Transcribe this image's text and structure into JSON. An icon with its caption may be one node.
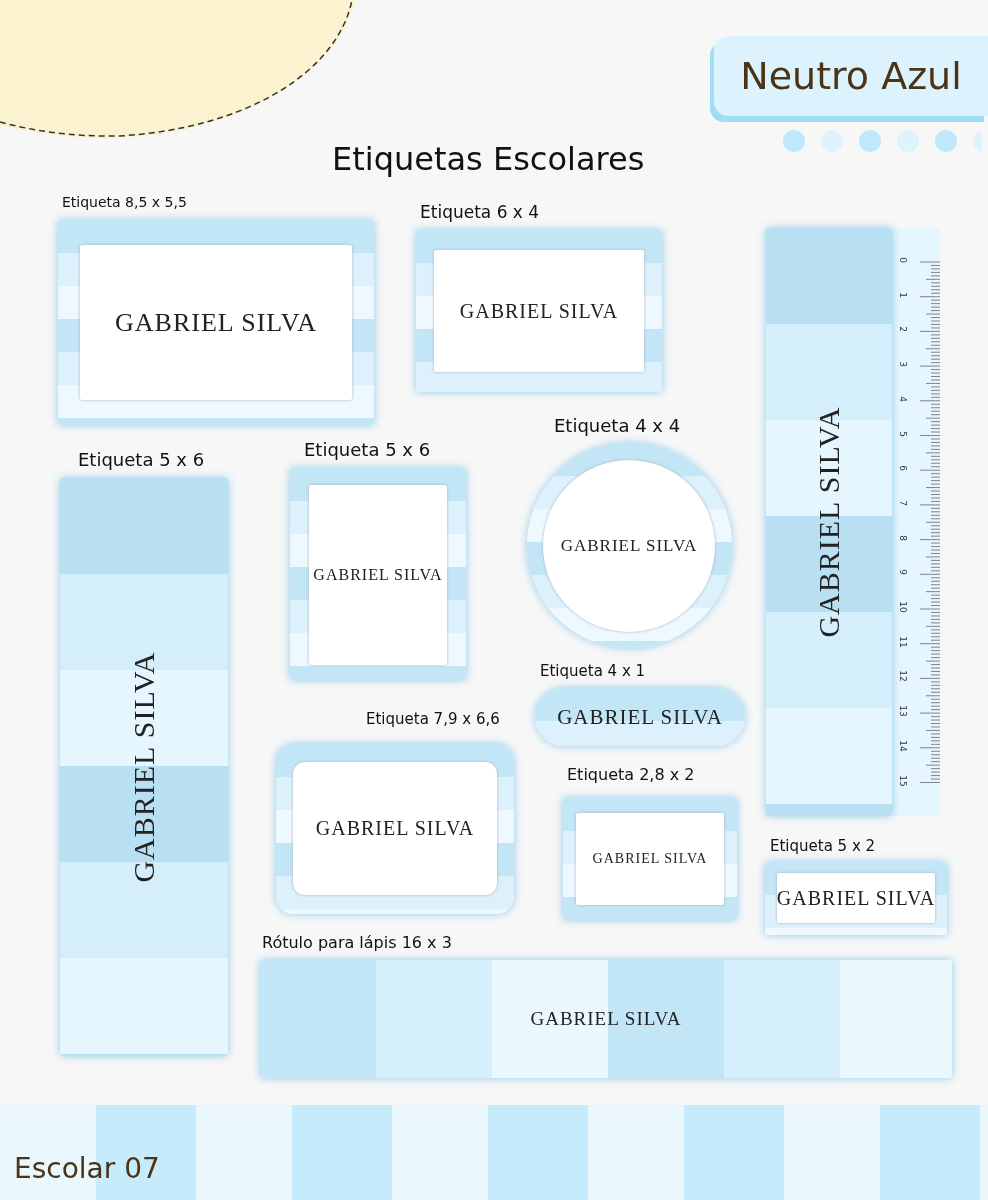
{
  "diagram": {
    "title": "Etiquetas Escolares",
    "nodes": [
      {
        "text": [
          "Etiqueta 8,5 x 5,5",
          "GABRIEL SILVA"
        ]
      },
      {
        "text": [
          "Etiqueta 6 x 4",
          "GABRIEL SILVA"
        ]
      },
      {
        "text": [
          "GABRIEL SILVA"
        ]
      },
      {
        "text": [
          "Etiqueta 5 x 6",
          "GABRIEL SILVA"
        ]
      },
      {
        "text": [
          "Etiqueta 5 x 6",
          "GABRIEL SILVA"
        ]
      },
      {
        "text": [
          "Etiqueta 4 x 4",
          "GABRIEL SILVA"
        ]
      },
      {
        "text": [
          "Etiqueta 4 x 1",
          "GABRIEL SILVA"
        ]
      },
      {
        "text": [
          "Etiqueta 7,9 x 6,6",
          "GABRIEL SILVA"
        ]
      },
      {
        "text": [
          "Etiqueta 2,8 x 2",
          "GABRIEL SILVA"
        ]
      },
      {
        "text": [
          "Etiqueta 5 x 2",
          "GABRIEL SILVA"
        ]
      },
      {
        "text": [
          "Rótulo para lápis 16 x 3",
          "GABRIEL SILVA"
        ]
      }
    ],
    "labels": [
      "Neutro Azul",
      "0",
      "1",
      "2",
      "3",
      "4",
      "5",
      "6",
      "7",
      "8",
      "9",
      "10",
      "11",
      "12",
      "13",
      "14",
      "15",
      "Escolar 07"
    ]
  }
}
